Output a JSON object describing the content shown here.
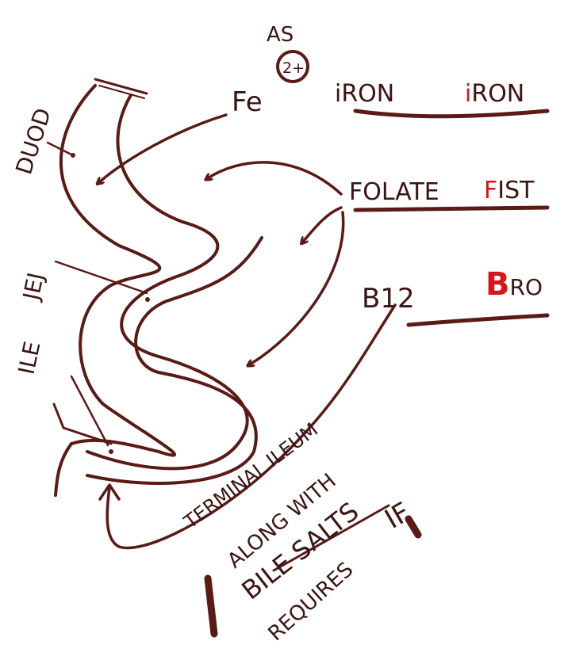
{
  "colors": {
    "ink": "#5a1a16",
    "text": "#3a1512",
    "accent_red": "#d8141c",
    "background": "#ffffff"
  },
  "labels": {
    "as": "AS",
    "charge": "2+",
    "fe": "Fe",
    "duod": "DUOD",
    "je": "JEJ",
    "ile": "ILE",
    "b12": "B12",
    "terminal_ileum": "TERMINAL ILEUM",
    "along_with": "ALONG WITH",
    "bile_salts": "BILE SALTS",
    "requires": "REQUIRES",
    "if": "IF"
  },
  "mnemonics": [
    {
      "nutrient": "iRON",
      "highlight": "i",
      "rest": "RON"
    },
    {
      "nutrient": "FOLATE",
      "highlight": "F",
      "rest": "IST"
    },
    {
      "nutrient": "",
      "highlight": "B",
      "rest": "RO"
    }
  ]
}
